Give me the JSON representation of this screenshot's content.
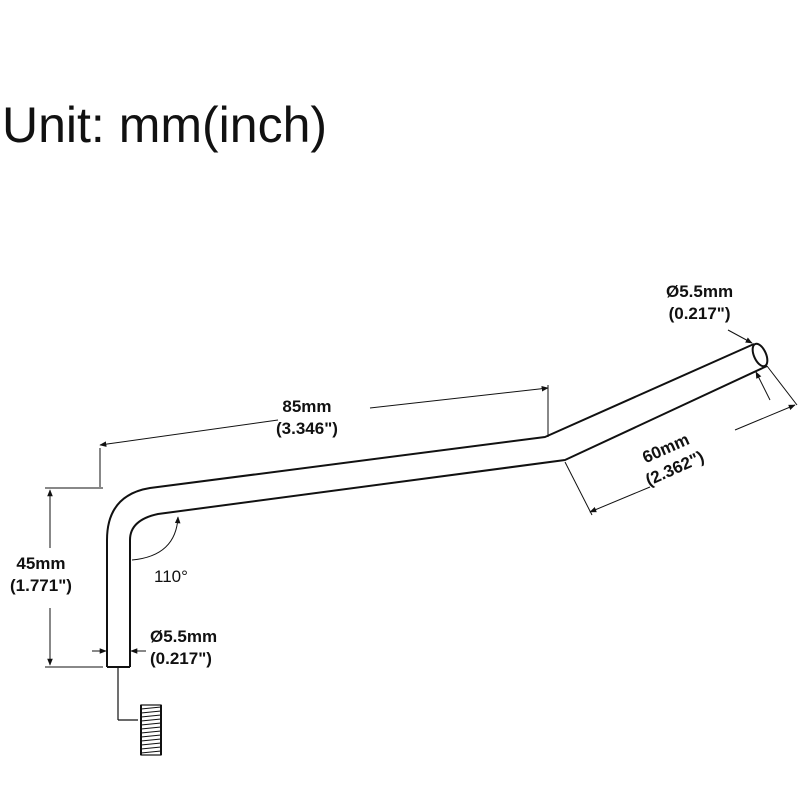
{
  "title": "Unit: mm(inch)",
  "dimensions": {
    "tip_diameter": {
      "mm": "Ø5.5mm",
      "inch": "(0.217\")"
    },
    "long_length": {
      "mm": "85mm",
      "inch": "(3.346\")"
    },
    "tip_length": {
      "mm": "60mm",
      "inch": "(2.362\")"
    },
    "height": {
      "mm": "45mm",
      "inch": "(1.771\")"
    },
    "base_diameter": {
      "mm": "Ø5.5mm",
      "inch": "(0.217\")"
    },
    "angle": "110°"
  },
  "colors": {
    "line": "#111111",
    "background": "#ffffff"
  }
}
